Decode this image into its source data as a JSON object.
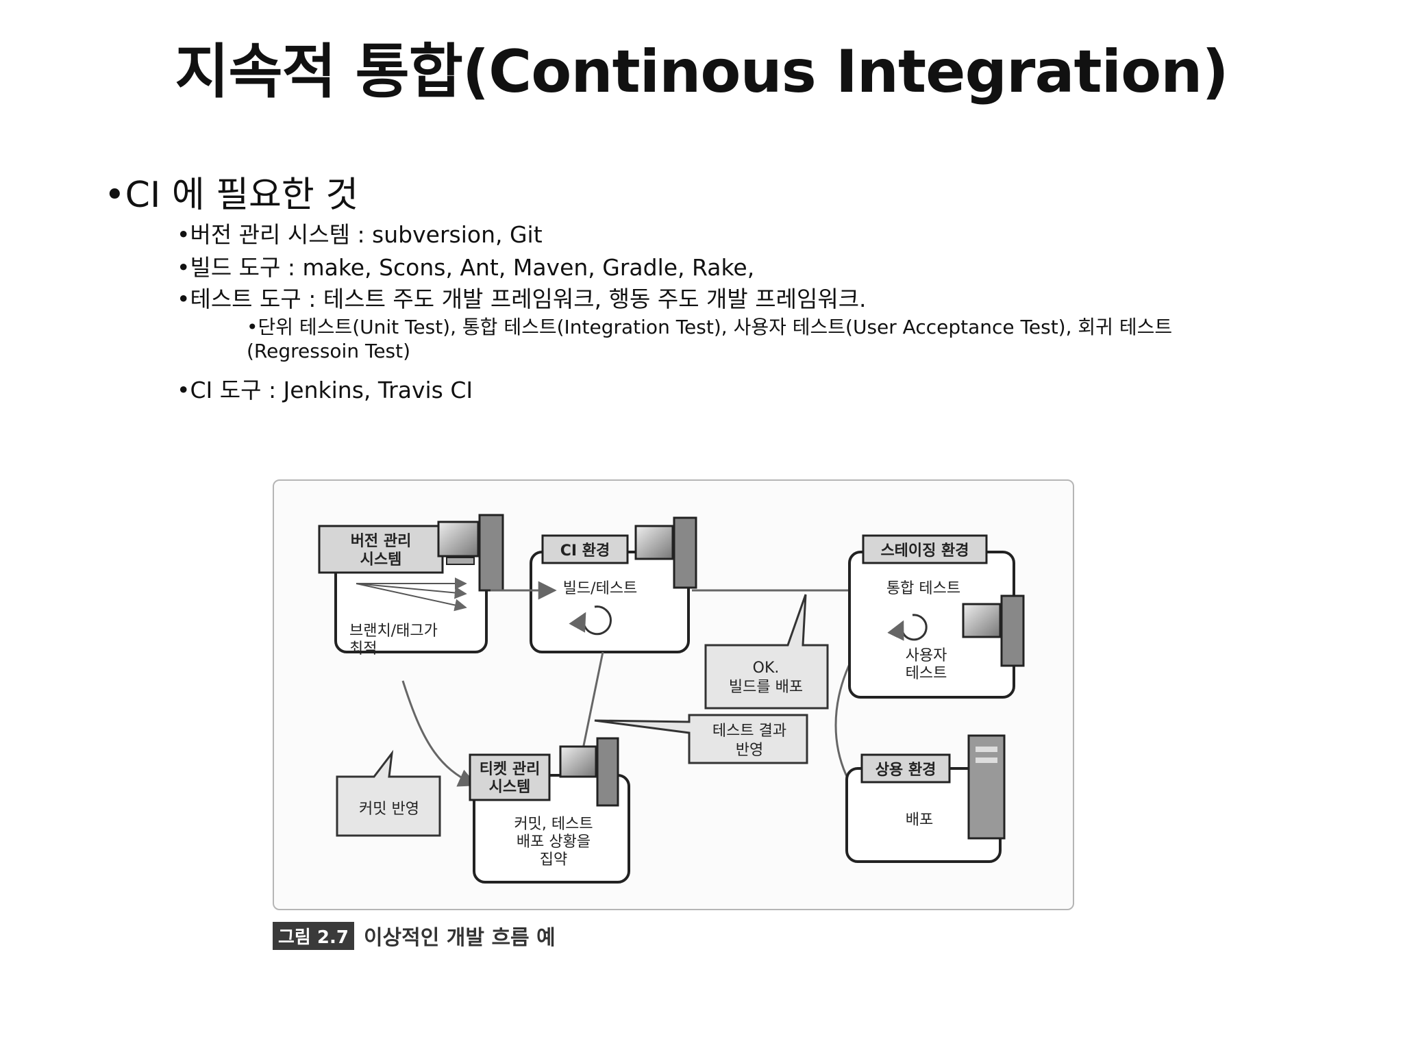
{
  "title": "지속적 통합(Continous Integration)",
  "bullets": {
    "main": "•CI 에 필요한 것",
    "vcs": "•버전 관리 시스템 : subversion, Git",
    "build": "•빌드 도구 : make, Scons, Ant, Maven, Gradle, Rake,",
    "test": "•테스트 도구 :  테스트 주도 개발 프레임워크, 행동 주도 개발 프레임워크.",
    "test_types_1": "•단위 테스트(Unit Test), 통합 테스트(Integration Test), 사용자 테스트(User Acceptance Test), 회귀 테스트",
    "test_types_2": "(Regressoin Test)",
    "ci_tools": "•CI 도구 : Jenkins, Travis CI"
  },
  "figure": {
    "vcs_label_1": "버전 관리",
    "vcs_label_2": "시스템",
    "vcs_body_1": "브랜치/태그가",
    "vcs_body_2": "최적",
    "ci_label": "CI 환경",
    "ci_body": "빌드/테스트",
    "staging_label": "스테이징 환경",
    "staging_body_1": "통합 테스트",
    "staging_body_2": "사용자",
    "staging_body_3": "테스트",
    "ok_1": "OK.",
    "ok_2": "빌드를 배포",
    "test_result_1": "테스트 결과",
    "test_result_2": "반영",
    "ticket_label_1": "티켓 관리",
    "ticket_label_2": "시스템",
    "ticket_body_1": "커밋, 테스트",
    "ticket_body_2": "배포 상황을",
    "ticket_body_3": "집약",
    "commit_note": "커밋 반영",
    "prod_label": "상용 환경",
    "prod_body": "배포"
  },
  "caption": {
    "number": "그림 2.7",
    "text": "이상적인 개발 흐름 예"
  }
}
